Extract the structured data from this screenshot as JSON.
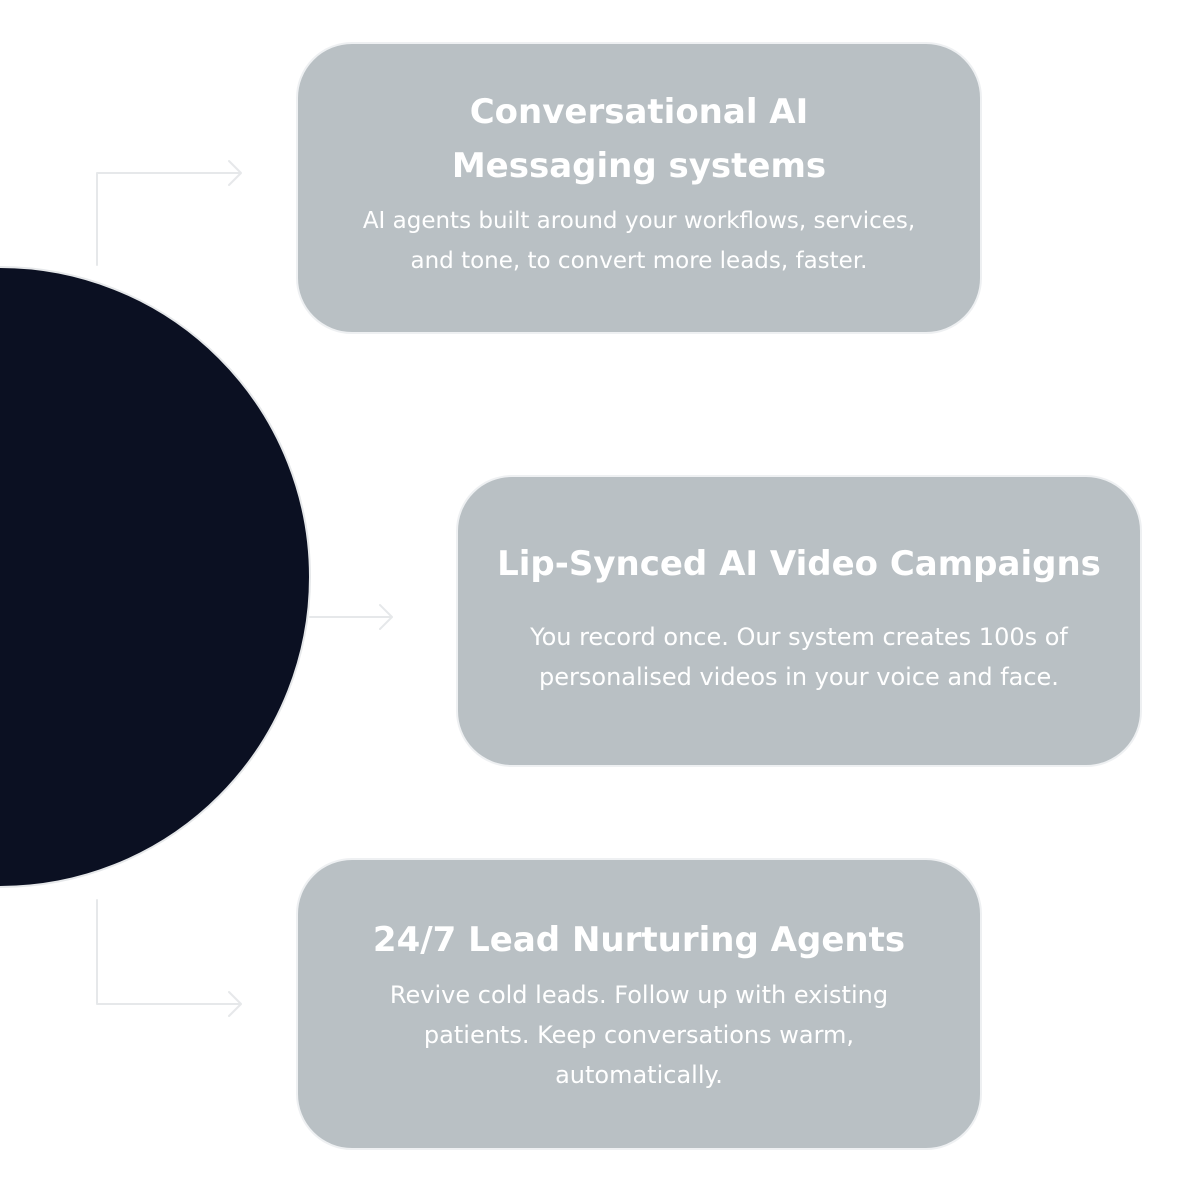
{
  "colors": {
    "background": "#ffffff",
    "hub_circle": "#0b1022",
    "card_fill": "#b9c0c4",
    "card_text": "#ffffff",
    "connector": "#e6e8ea"
  },
  "cards": [
    {
      "title": "Conversational AI\nMessaging systems",
      "description": "AI agents built around your workflows, services,\nand tone, to convert more leads, faster."
    },
    {
      "title": "Lip-Synced AI Video Campaigns",
      "description": "You record once. Our system creates 100s of\npersonalised videos in your voice and face."
    },
    {
      "title": "24/7 Lead Nurturing Agents",
      "description": "Revive cold leads. Follow up with existing\npatients. Keep conversations warm,\nautomatically."
    }
  ]
}
